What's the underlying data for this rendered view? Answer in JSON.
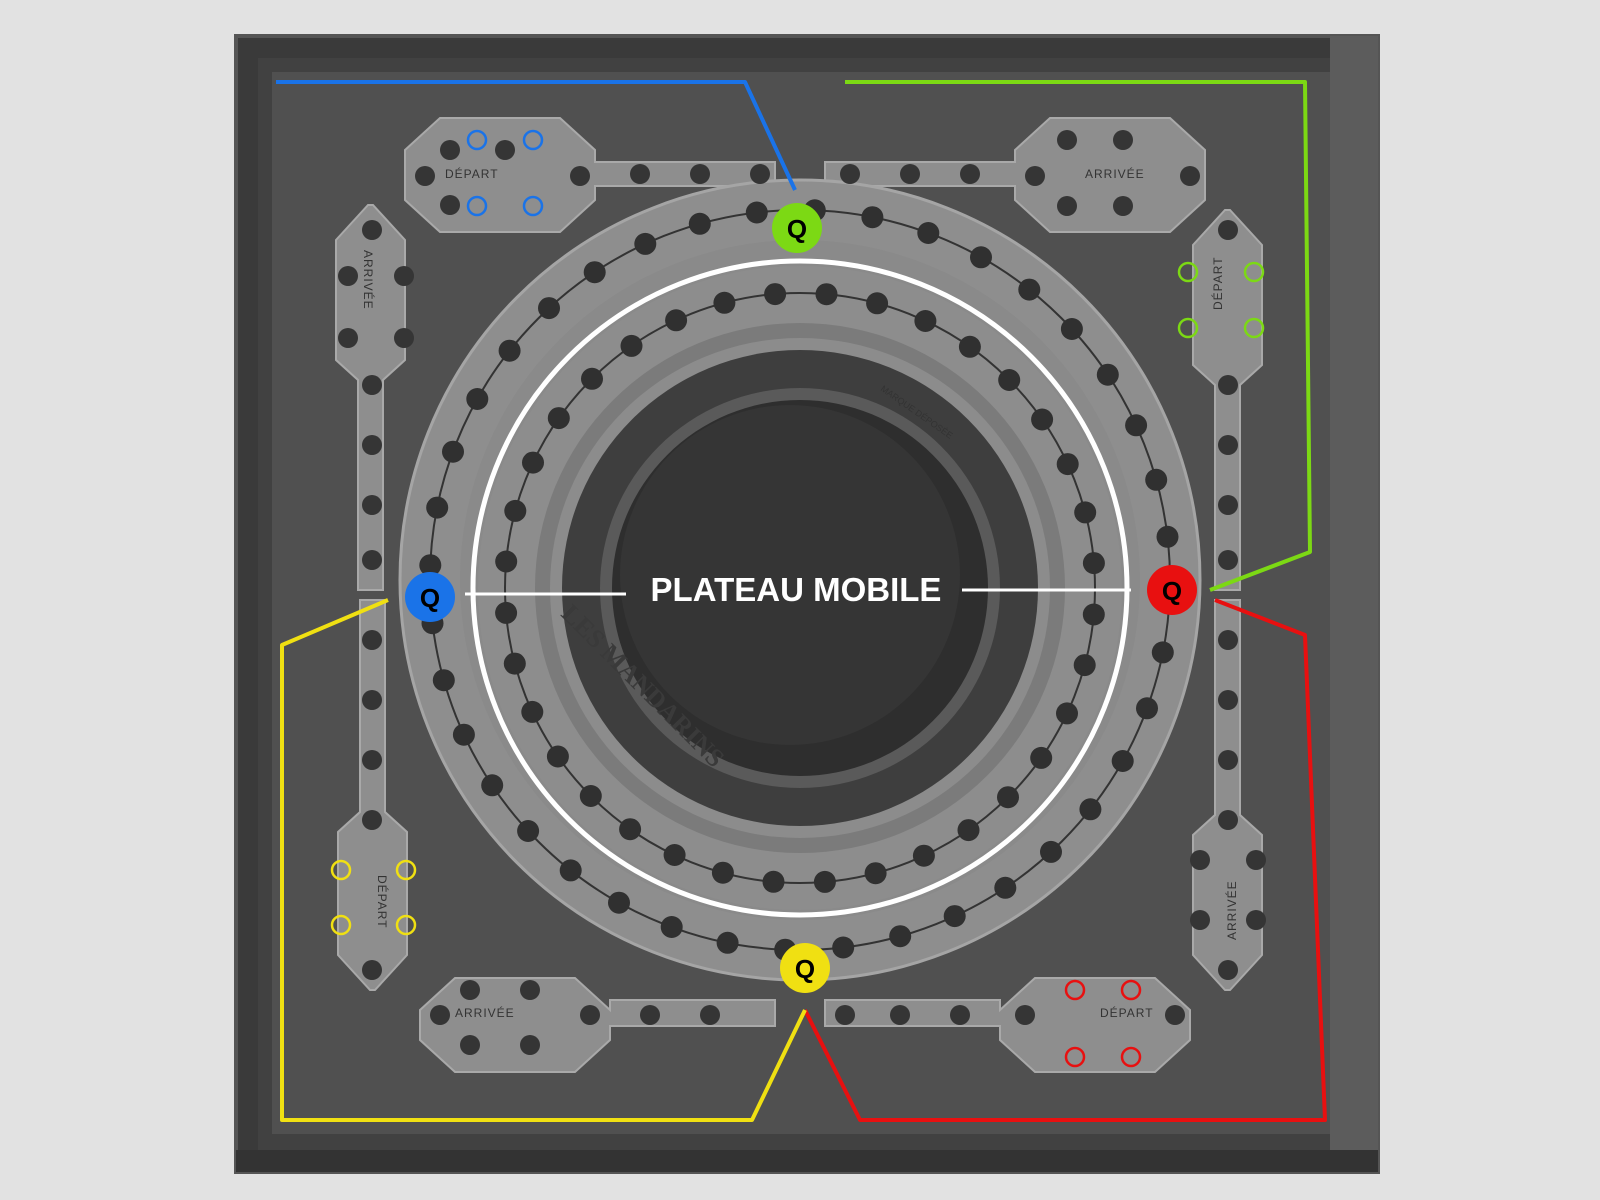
{
  "board": {
    "center_label": "PLATEAU MOBILE",
    "engraving": "LES MANDARINS",
    "small_engraving": "MARQUE DÉPOSÉE",
    "tokens": [
      {
        "name": "blue-q-token",
        "label": "Q",
        "color": "#1a73e8",
        "text_color": "#000000"
      },
      {
        "name": "green-q-token",
        "label": "Q",
        "color": "#7cd914",
        "text_color": "#000000"
      },
      {
        "name": "red-q-token",
        "label": "Q",
        "color": "#e81010",
        "text_color": "#000000"
      },
      {
        "name": "yellow-q-token",
        "label": "Q",
        "color": "#f0e012",
        "text_color": "#000000"
      }
    ],
    "zones": [
      {
        "name": "blue",
        "color": "#1a73e8"
      },
      {
        "name": "green",
        "color": "#7cd914"
      },
      {
        "name": "red",
        "color": "#e81010"
      },
      {
        "name": "yellow",
        "color": "#f0e012"
      }
    ],
    "arms": {
      "top_left": {
        "label": "DÉPART"
      },
      "top_right": {
        "label": "ARRIVÉE"
      },
      "right_top": {
        "label": "DÉPART"
      },
      "right_bottom": {
        "label": "ARRIVÉE"
      },
      "bottom_right": {
        "label": "DÉPART"
      },
      "bottom_left": {
        "label": "ARRIVÉE"
      },
      "left_bottom": {
        "label": "DÉPART"
      },
      "left_top": {
        "label": "ARRIVÉE"
      }
    }
  }
}
